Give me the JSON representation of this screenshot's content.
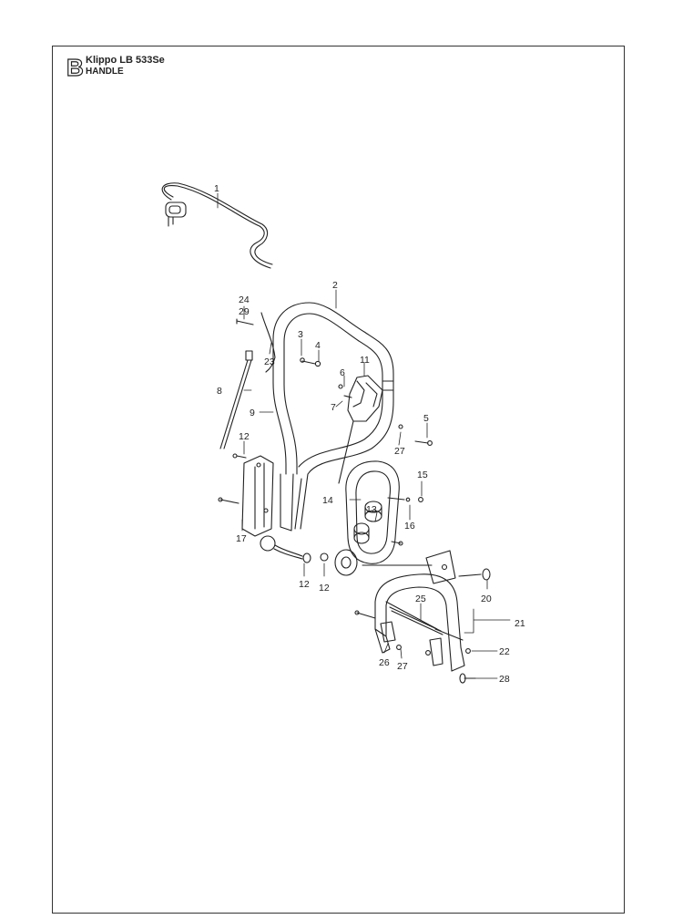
{
  "header": {
    "section_letter": "B",
    "model": "Klippo LB 533Se",
    "title": "HANDLE"
  },
  "callouts": [
    {
      "id": "c1",
      "text": "1"
    },
    {
      "id": "c2",
      "text": "2"
    },
    {
      "id": "c3",
      "text": "3"
    },
    {
      "id": "c4",
      "text": "4"
    },
    {
      "id": "c5",
      "text": "5"
    },
    {
      "id": "c6",
      "text": "6"
    },
    {
      "id": "c7",
      "text": "7"
    },
    {
      "id": "c8",
      "text": "8"
    },
    {
      "id": "c9",
      "text": "9"
    },
    {
      "id": "c11",
      "text": "11"
    },
    {
      "id": "c12a",
      "text": "12"
    },
    {
      "id": "c12b",
      "text": "12"
    },
    {
      "id": "c12c",
      "text": "12"
    },
    {
      "id": "c13",
      "text": "13"
    },
    {
      "id": "c14",
      "text": "14"
    },
    {
      "id": "c15",
      "text": "15"
    },
    {
      "id": "c16",
      "text": "16"
    },
    {
      "id": "c17",
      "text": "17"
    },
    {
      "id": "c20",
      "text": "20"
    },
    {
      "id": "c21",
      "text": "21"
    },
    {
      "id": "c22",
      "text": "22"
    },
    {
      "id": "c23",
      "text": "23"
    },
    {
      "id": "c24",
      "text": "24"
    },
    {
      "id": "c25",
      "text": "25"
    },
    {
      "id": "c26",
      "text": "26"
    },
    {
      "id": "c27a",
      "text": "27"
    },
    {
      "id": "c27b",
      "text": "27"
    },
    {
      "id": "c28",
      "text": "28"
    },
    {
      "id": "c29",
      "text": "29"
    }
  ]
}
